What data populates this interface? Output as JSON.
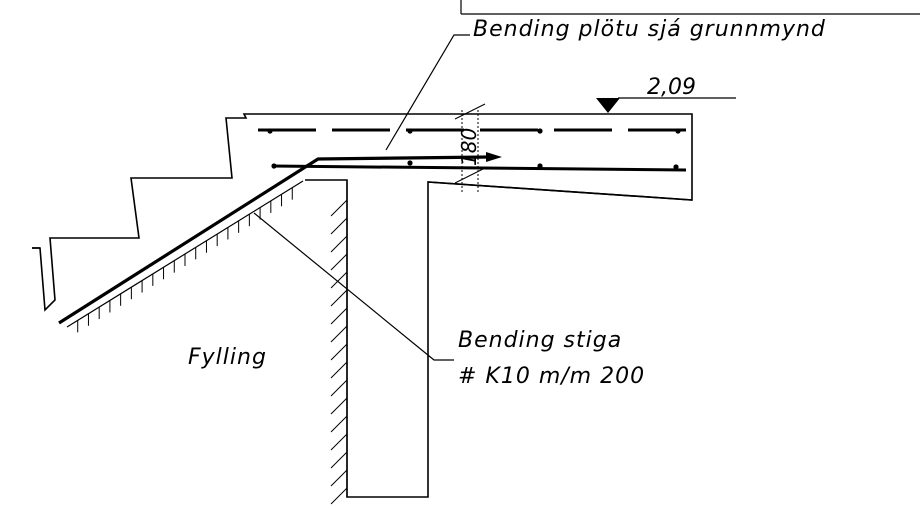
{
  "labels": {
    "slab_reinforcement": "Bending plötu sjá grunnmynd",
    "level": "2,09",
    "thickness": "180",
    "fill_material": "Fylling",
    "stair_reinforcement_title": "Bending stiga",
    "stair_reinforcement_spec": "# K10 m/m 200"
  }
}
